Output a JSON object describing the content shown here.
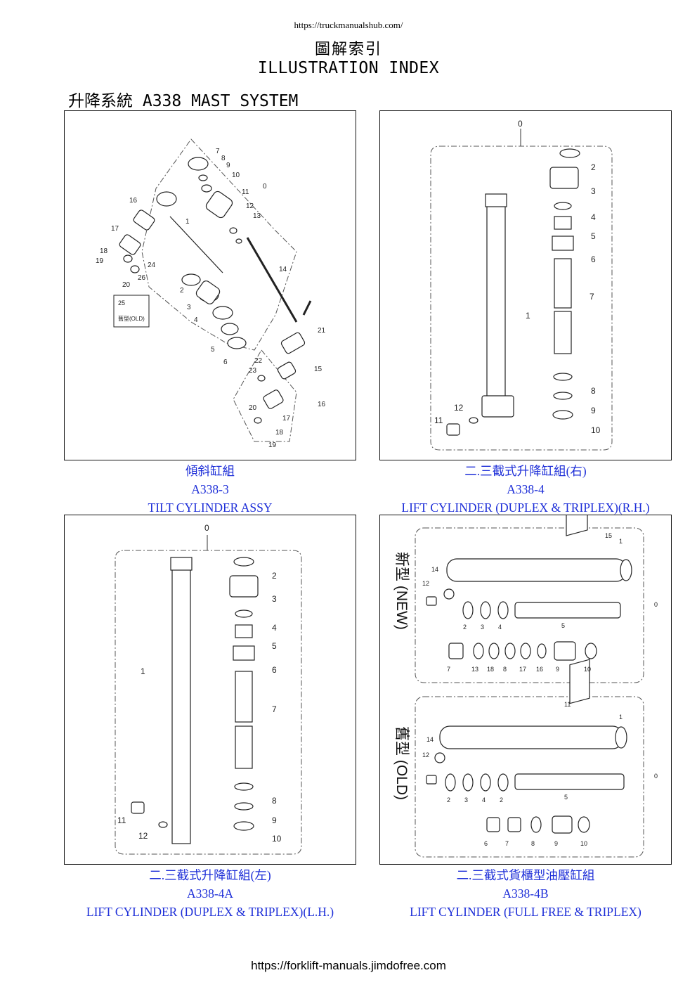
{
  "header": {
    "url": "https://truckmanualshub.com/",
    "title_zh": "圖解索引",
    "title_en": "ILLUSTRATION INDEX"
  },
  "section": {
    "title": "升降系統 A338 MAST SYSTEM"
  },
  "panels": [
    {
      "caption_zh": "傾斜缸組",
      "code": "A338-3",
      "caption_en": "TILT CYLINDER ASSY",
      "labels": [
        "0",
        "1",
        "2",
        "3",
        "4",
        "5",
        "6",
        "7",
        "8",
        "9",
        "10",
        "11",
        "12",
        "13",
        "14",
        "15",
        "16",
        "17",
        "18",
        "19",
        "20",
        "21",
        "22",
        "23",
        "24",
        "25",
        "26"
      ],
      "note": "舊型(OLD)"
    },
    {
      "caption_zh": "二.三截式升降缸組(右)",
      "code": "A338-4",
      "caption_en": "LIFT CYLINDER (DUPLEX & TRIPLEX)(R.H.)",
      "labels": [
        "0",
        "1",
        "2",
        "3",
        "4",
        "5",
        "6",
        "7",
        "8",
        "9",
        "10",
        "11",
        "12"
      ]
    },
    {
      "caption_zh": "二.三截式升降缸組(左)",
      "code": "A338-4A",
      "caption_en": "LIFT CYLINDER (DUPLEX & TRIPLEX)(L.H.)",
      "labels": [
        "0",
        "1",
        "2",
        "3",
        "4",
        "5",
        "6",
        "7",
        "8",
        "9",
        "10",
        "11",
        "12"
      ]
    },
    {
      "caption_zh": "二.三截式貨櫃型油壓缸組",
      "code": "A338-4B",
      "caption_en": "LIFT CYLINDER (FULL FREE & TRIPLEX)",
      "new_label": "新型 (NEW)",
      "old_label": "舊型 (OLD)",
      "new_labels": [
        "1",
        "15",
        "14",
        "12",
        "2",
        "3",
        "4",
        "5",
        "0",
        "7",
        "13",
        "18",
        "8",
        "17",
        "16",
        "9",
        "10"
      ],
      "old_labels": [
        "1",
        "11",
        "14",
        "12",
        "2",
        "3",
        "4",
        "2",
        "5",
        "0",
        "6",
        "7",
        "8",
        "9",
        "10"
      ]
    }
  ],
  "footer": {
    "url": "https://forklift-manuals.jimdofree.com"
  }
}
